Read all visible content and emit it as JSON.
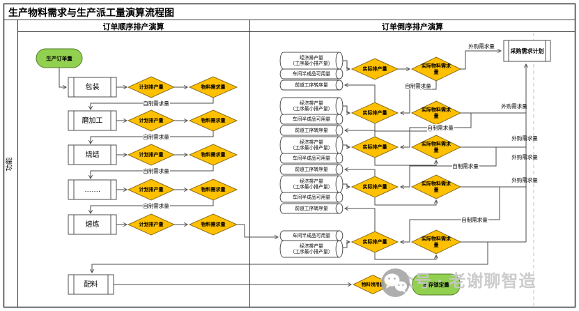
{
  "title": "生产物料需求与生产派工量演算流程图",
  "lane": "功能",
  "columns": [
    "订单顺序排产演算",
    "订单倒序排产演算"
  ],
  "left_column": {
    "start": "生产订单量",
    "processes": [
      "包装",
      "磨加工",
      "烧结",
      "…….",
      "熔炼"
    ],
    "plan_diamond": "计划排产量",
    "material_diamond": "物料需求量",
    "selfmade_label": "自制需求量",
    "batching_process": "配料"
  },
  "right_column": {
    "cylinder_economic": [
      "经济排产量",
      "（工序最小排产量）"
    ],
    "cylinder_wip": "车间半成品可用量",
    "cylinder_transfer": "前道工序转序量",
    "actual_plan_diamond": "实际排产量",
    "actual_material_diamond": [
      "实际物料需求",
      "量"
    ],
    "purchase_plan": "采购需求计划",
    "outsource_label": "外购需求量",
    "selfmade_label": "自制需求量"
  },
  "bottom": {
    "material_issue_diamond": "物料领用量",
    "stock_lock": "库存锁定量"
  },
  "watermark": {
    "text": "公众号 · 老谢聊智造"
  },
  "colors": {
    "diamond_fill": "#FFC000",
    "diamond_stroke": "#8a6d1a",
    "green_fill": "#92D050",
    "green_stroke": "#4F7A28",
    "shape_stroke": "#4d4d4d",
    "line": "#4a4a4a",
    "dashed": "#c0c0c0",
    "watermark_gray": "#c8c8c8",
    "icon_gray": "#a8a8a8"
  }
}
